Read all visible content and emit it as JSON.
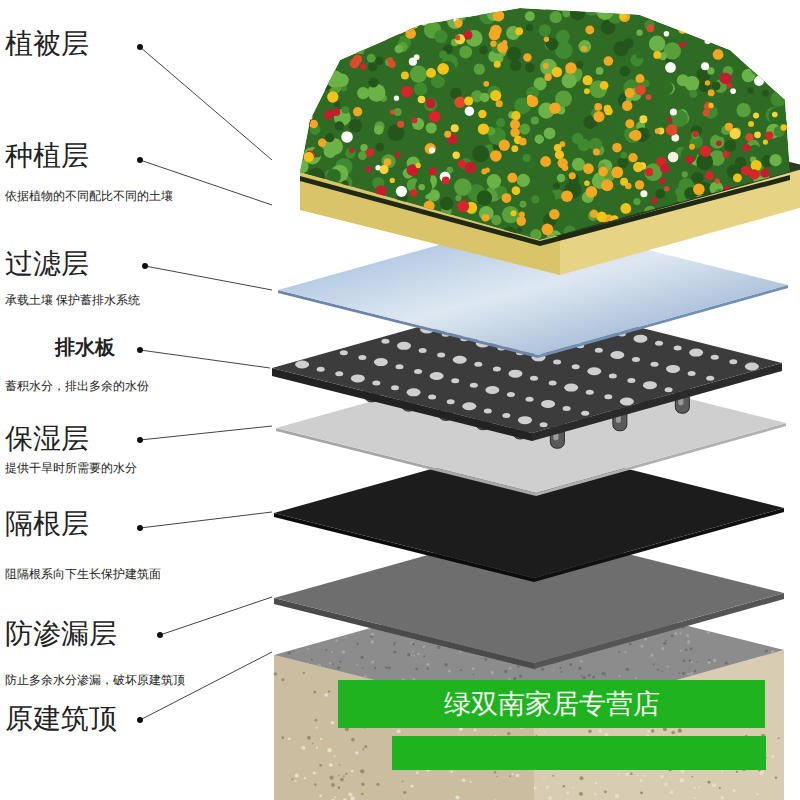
{
  "diagram": {
    "nodes": [
      {
        "text": [
          "绿双南家居专营店"
        ]
      }
    ],
    "labels": [
      "植被层",
      "种植层",
      "依据植物的不同配比不同的土壤",
      "过滤层",
      "承载土壤 保护蓄排水系统",
      "排水板",
      "蓄积水分，排出多余的水份",
      "保湿层",
      "提供干旱时所需要的水分",
      "隔根层",
      "阻隔根系向下生长保护建筑面",
      "防渗漏层",
      "防止多余水分渗漏，破坏原建筑顶",
      "原建筑顶"
    ]
  }
}
